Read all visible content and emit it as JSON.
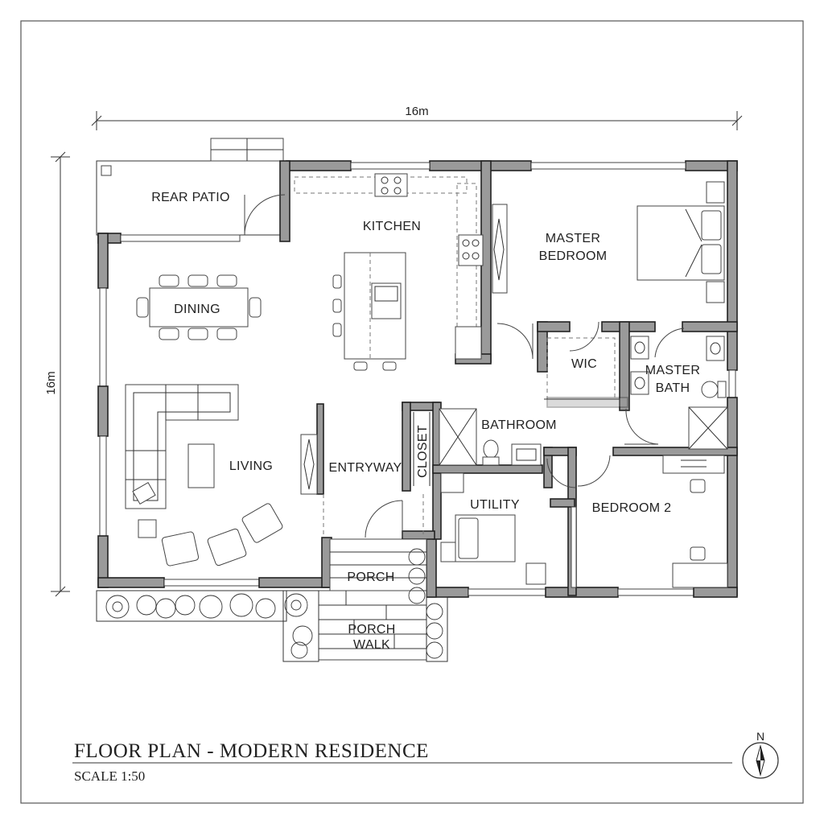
{
  "title": "FLOOR PLAN - MODERN RESIDENCE",
  "scale": "SCALE 1:50",
  "north_label": "N",
  "dimensions": {
    "width": "16m",
    "depth": "16m"
  },
  "rooms": {
    "rear_patio": "REAR PATIO",
    "kitchen": "KITCHEN",
    "master_bedroom_line1": "MASTER",
    "master_bedroom_line2": "BEDROOM",
    "dining": "DINING",
    "wic": "WIC",
    "master_bath_line1": "MASTER",
    "master_bath_line2": "BATH",
    "bathroom": "BATHROOM",
    "closet": "CLOSET",
    "living": "LIVING",
    "entryway": "ENTRYWAY",
    "utility": "UTILITY",
    "bedroom_2": "BEDROOM 2",
    "porch": "PORCH",
    "porch_walk_line1": "PORCH",
    "porch_walk_line2": "WALK"
  }
}
